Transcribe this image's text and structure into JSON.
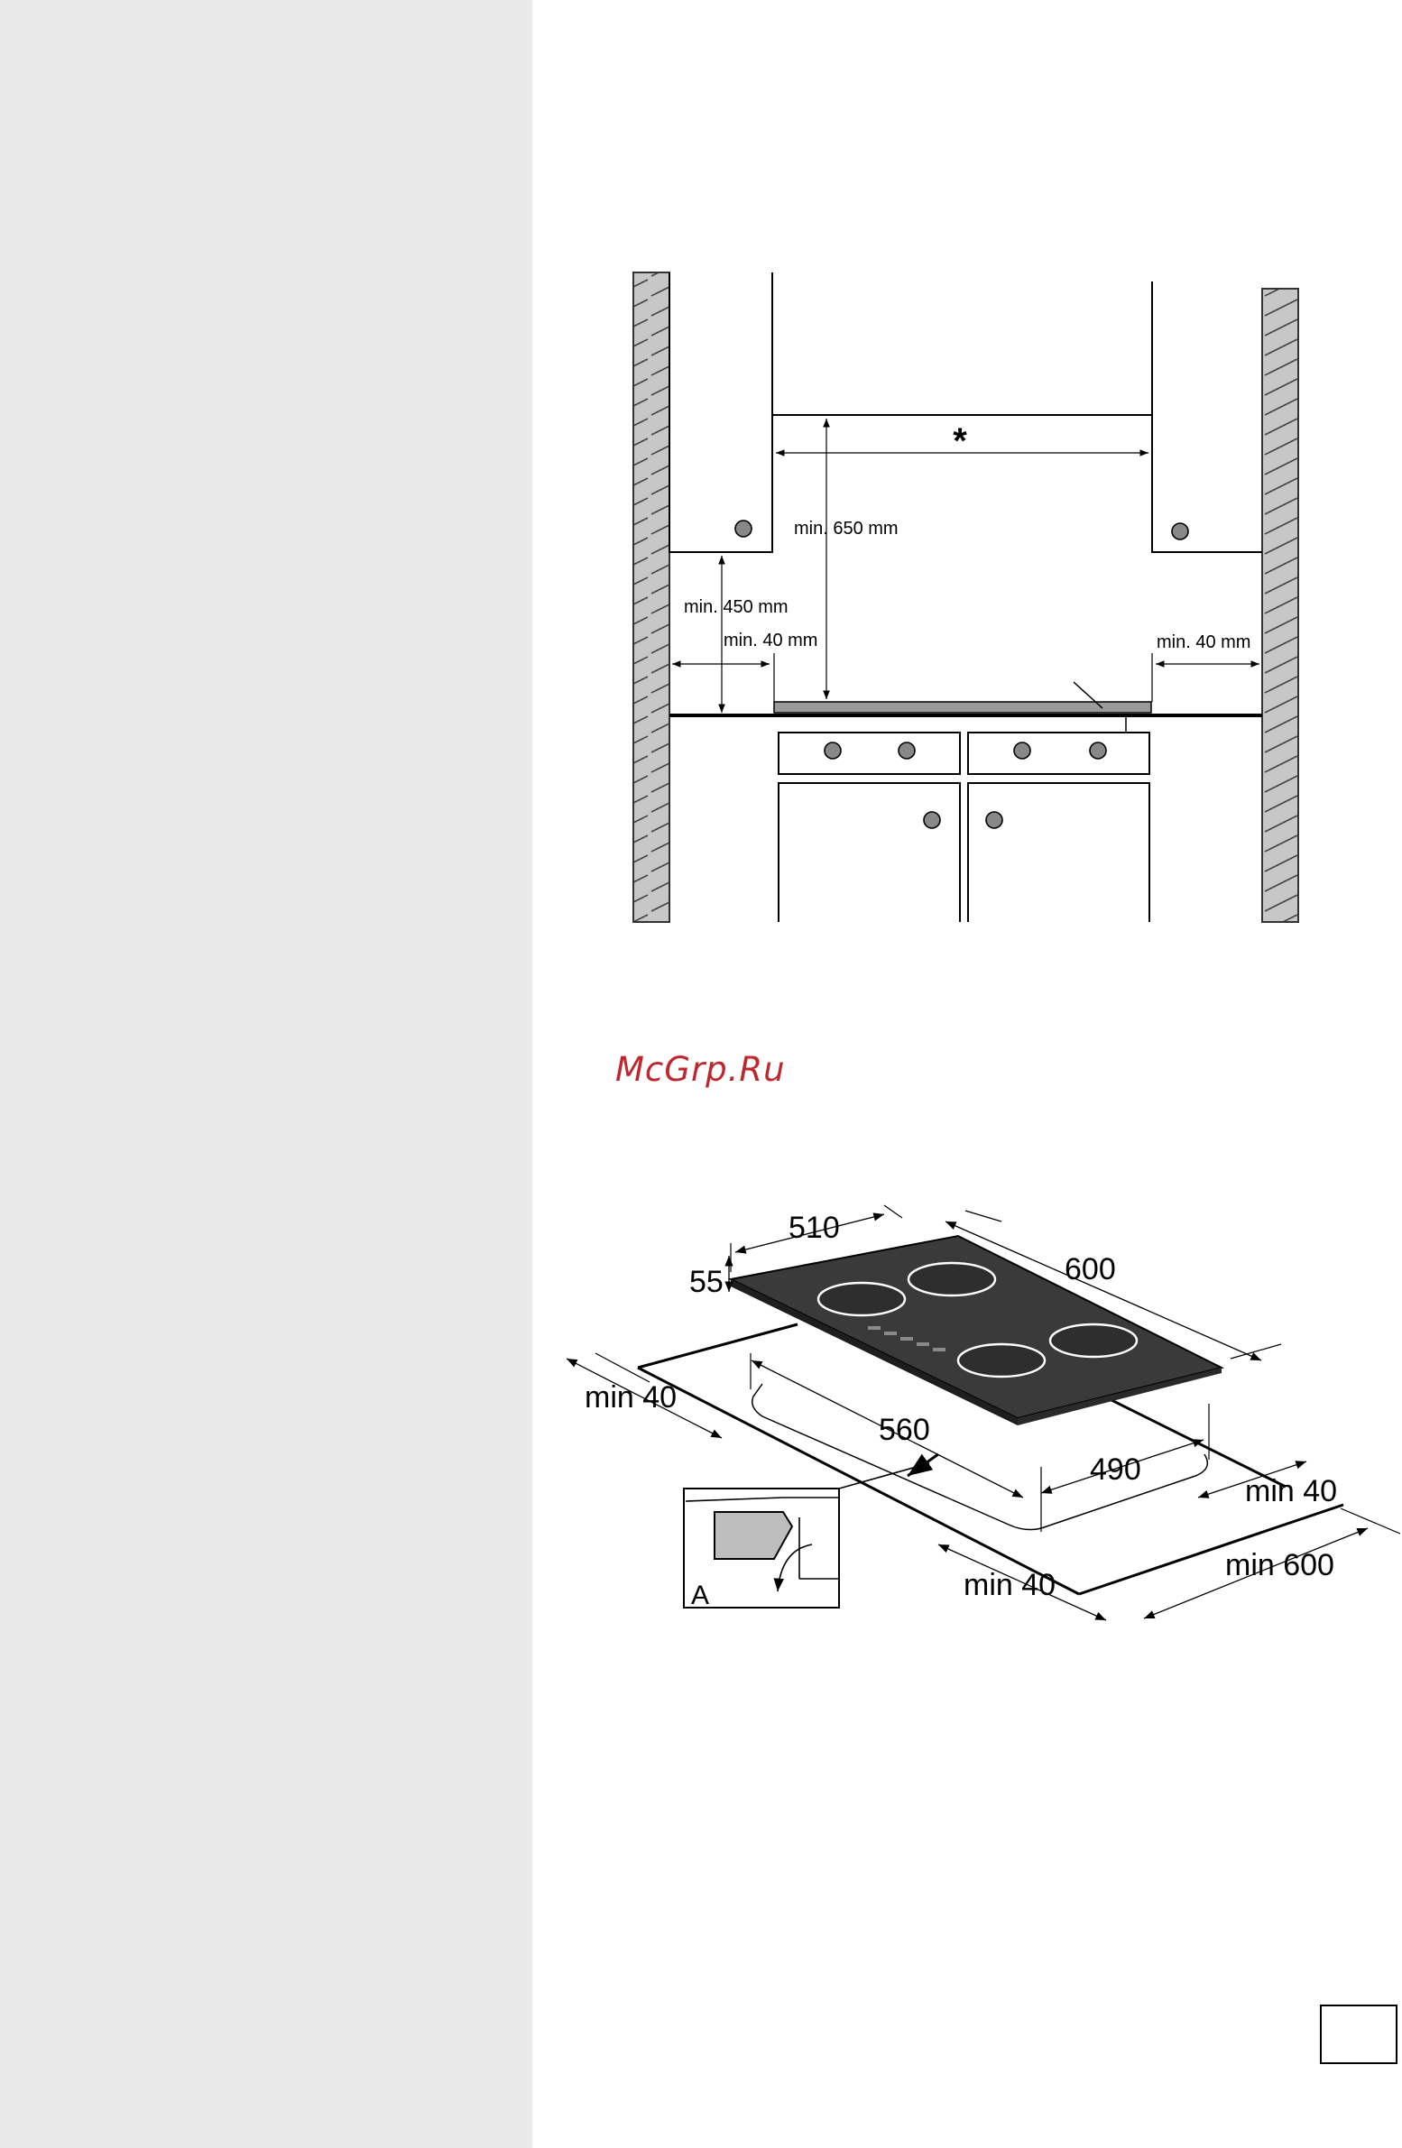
{
  "watermark": "McGrp.Ru",
  "diagram_top": {
    "dim_star": "*",
    "dim_650": "min. 650 mm",
    "dim_450": "min. 450 mm",
    "dim_40_left": "min. 40 mm",
    "dim_40_right": "min. 40 mm"
  },
  "diagram_bottom": {
    "dim_510": "510",
    "dim_55": "55",
    "dim_600": "600",
    "dim_min40_left": "min 40",
    "dim_560": "560",
    "dim_490": "490",
    "dim_min40_right": "min 40",
    "dim_min40_front": "min 40",
    "dim_min600": "min 600",
    "detail_label": "A"
  },
  "colors": {
    "sidebar": "#e9e9e9",
    "watermark": "#c0262d",
    "wall": "#c7c7c7",
    "hob": "#3a3a3a"
  }
}
